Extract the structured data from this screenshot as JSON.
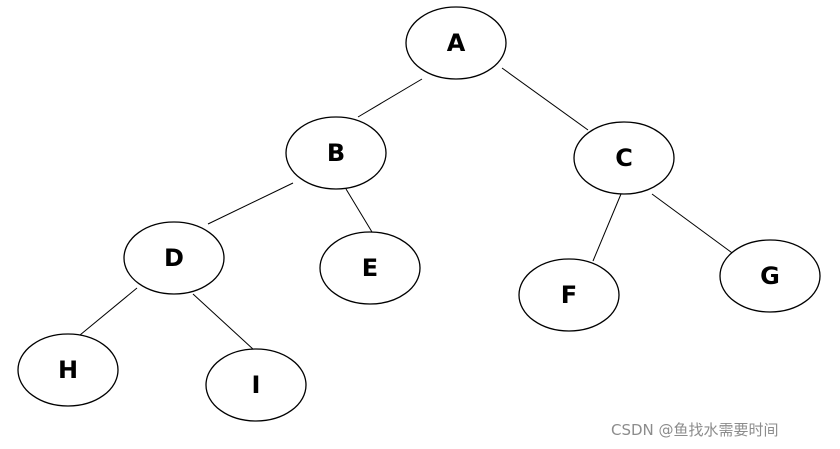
{
  "tree": {
    "nodes": [
      {
        "id": "A",
        "label": "A"
      },
      {
        "id": "B",
        "label": "B"
      },
      {
        "id": "C",
        "label": "C"
      },
      {
        "id": "D",
        "label": "D"
      },
      {
        "id": "E",
        "label": "E"
      },
      {
        "id": "F",
        "label": "F"
      },
      {
        "id": "G",
        "label": "G"
      },
      {
        "id": "H",
        "label": "H"
      },
      {
        "id": "I",
        "label": "I"
      }
    ],
    "edges": [
      {
        "from": "A",
        "to": "B"
      },
      {
        "from": "A",
        "to": "C"
      },
      {
        "from": "B",
        "to": "D"
      },
      {
        "from": "B",
        "to": "E"
      },
      {
        "from": "C",
        "to": "F"
      },
      {
        "from": "C",
        "to": "G"
      },
      {
        "from": "D",
        "to": "H"
      },
      {
        "from": "D",
        "to": "I"
      }
    ]
  },
  "watermark": "CSDN @鱼找水需要时间"
}
